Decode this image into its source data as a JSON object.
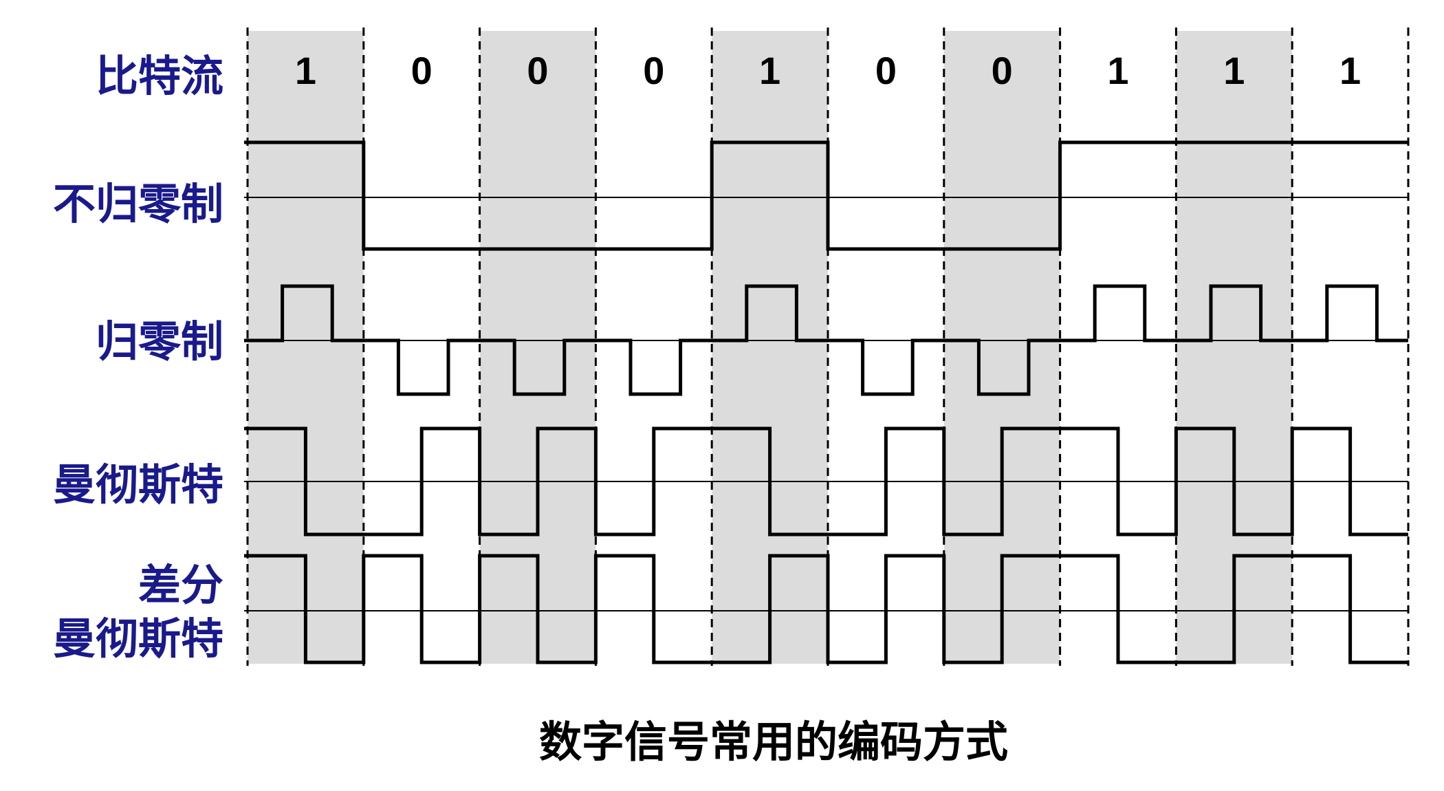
{
  "bits": [
    "1",
    "0",
    "0",
    "0",
    "1",
    "0",
    "0",
    "1",
    "1",
    "1"
  ],
  "labels": {
    "bitstream": "比特流",
    "nrz": "不归零制",
    "rz": "归零制",
    "manchester": "曼彻斯特",
    "diff_line1": "差分",
    "diff_line2": "曼彻斯特"
  },
  "caption": "数字信号常用的编码方式",
  "colors": {
    "label": "#1a1a8c",
    "shade": "#dcdcdc",
    "signal": "#000000"
  }
}
